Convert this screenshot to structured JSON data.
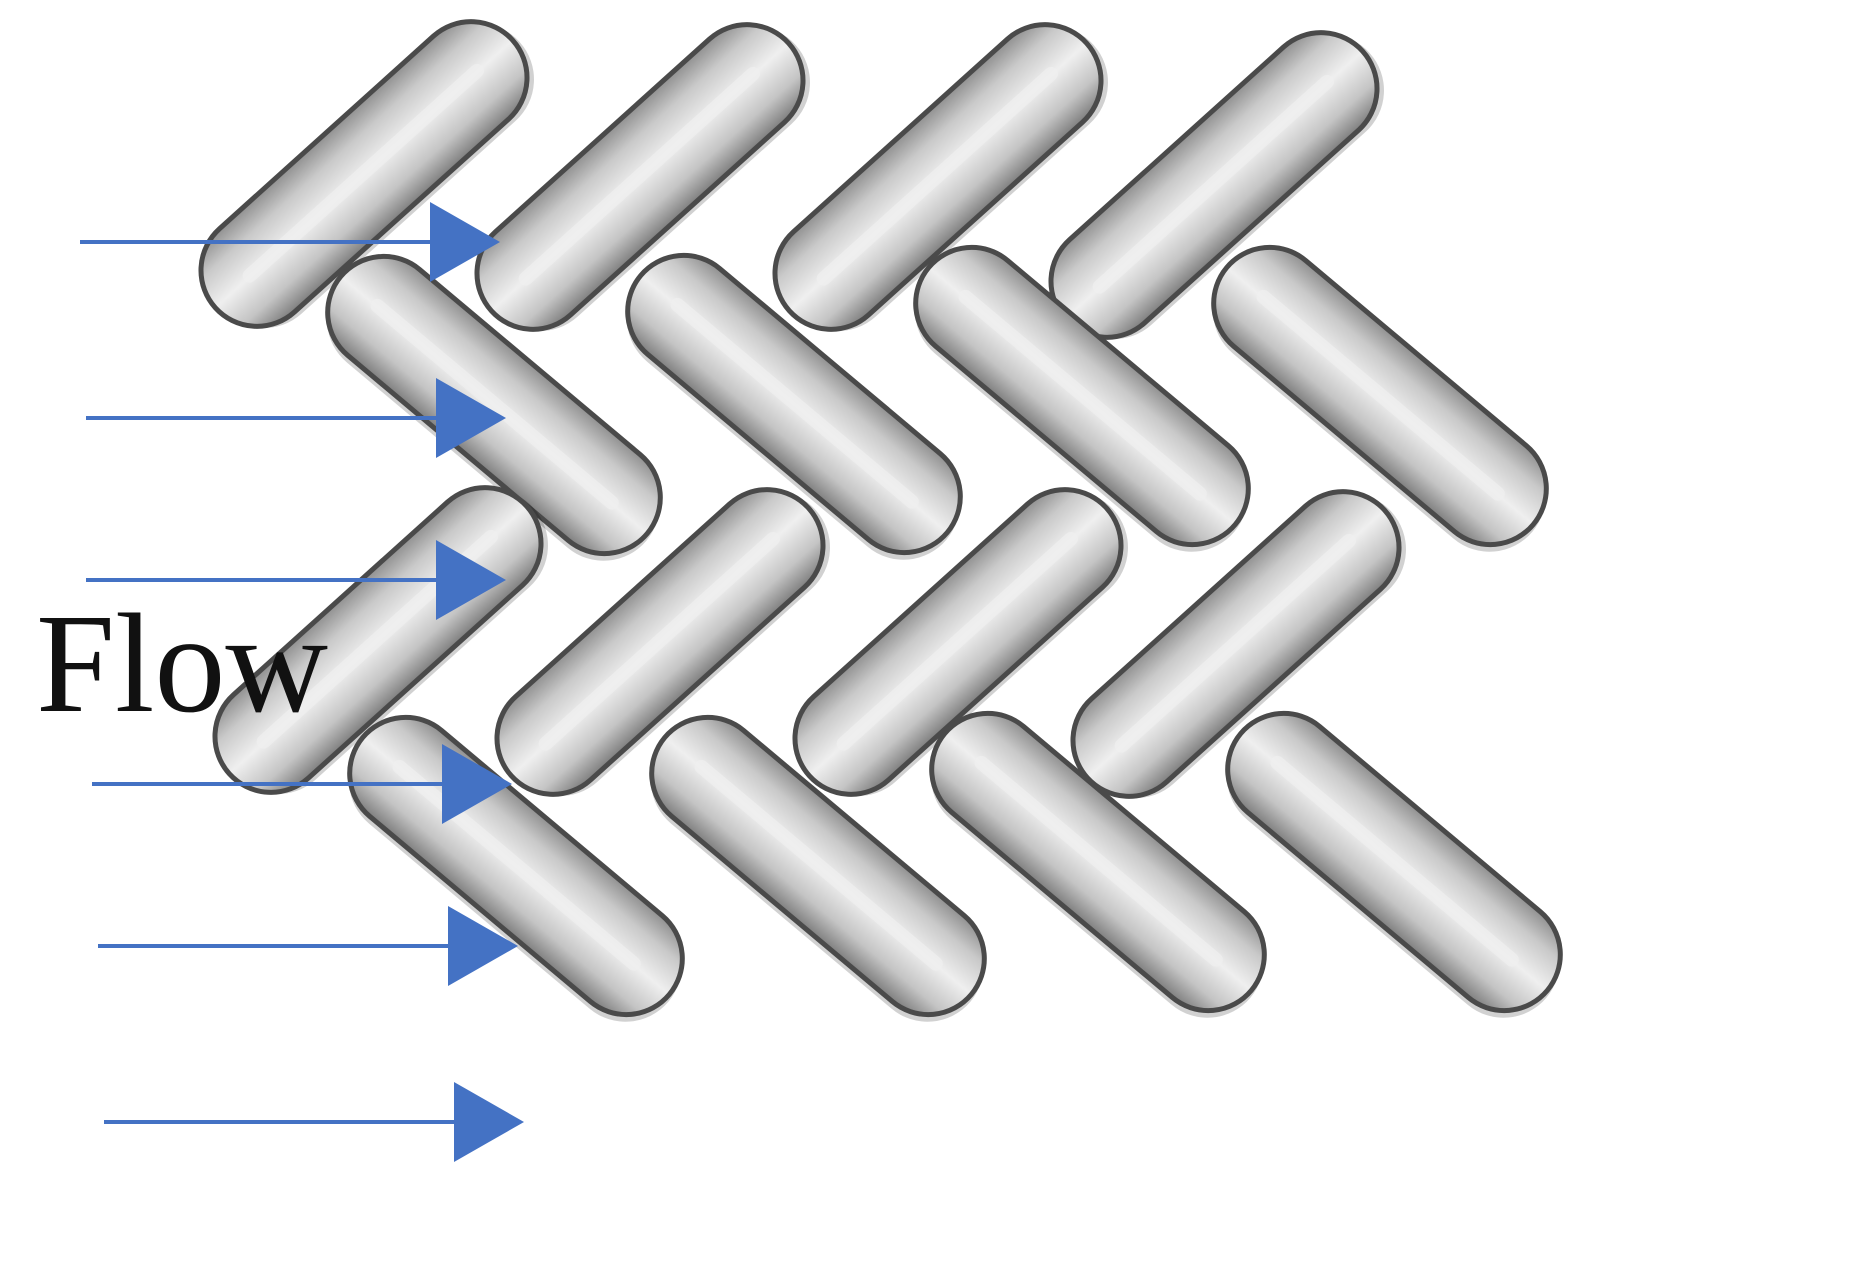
{
  "diagram": {
    "flow_label": "Flow",
    "arrow_color": "#4472C4",
    "arrow_count": 6,
    "rod_fill": "#d2d2d2",
    "rod_highlight": "#f0f0f0",
    "rod_outline": "#4a4a4a",
    "rod_rows": 4,
    "rods_per_row": 4,
    "pattern": "herringbone"
  }
}
